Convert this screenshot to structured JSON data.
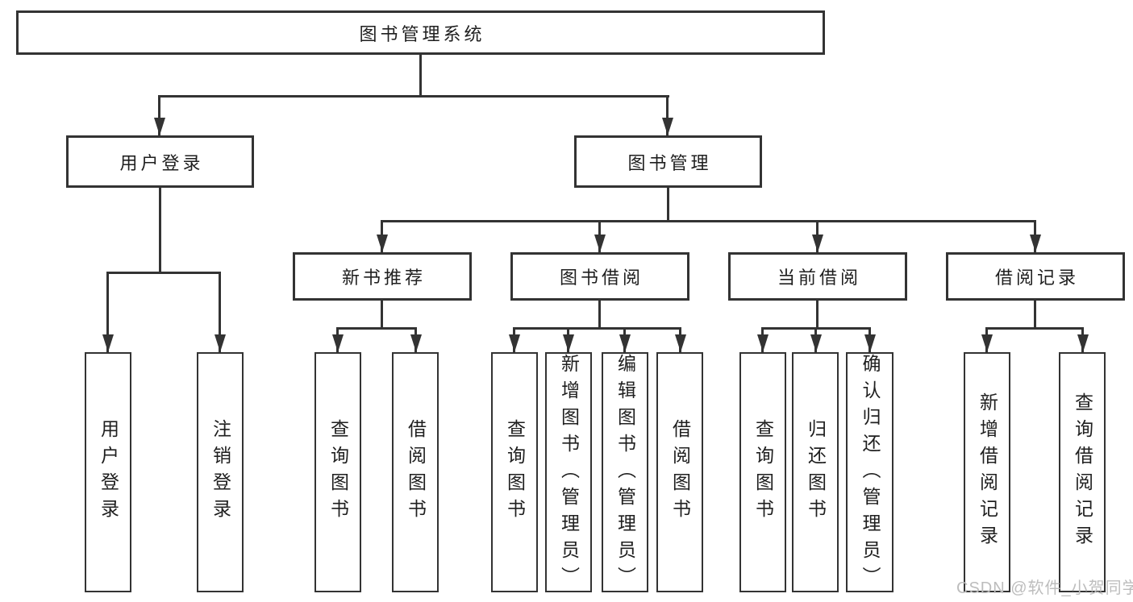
{
  "diagram_type": "hierarchy-tree",
  "nodes": {
    "root": "图书管理系统",
    "user_login": "用户登录",
    "book_management": "图书管理",
    "new_book_recommend": "新书推荐",
    "book_borrowing": "图书借阅",
    "current_borrowing": "当前借阅",
    "borrowing_records": "借阅记录",
    "leaf_user_login": "用户登录",
    "leaf_logout": "注销登录",
    "leaf_query_book_a": "查询图书",
    "leaf_borrow_book_a": "借阅图书",
    "leaf_query_book_b": "查询图书",
    "leaf_add_book_admin": "新增图书（管理员）",
    "leaf_edit_book_admin": "编辑图书（管理员）",
    "leaf_borrow_book_b": "借阅图书",
    "leaf_query_book_c": "查询图书",
    "leaf_return_book": "归还图书",
    "leaf_confirm_return_admin": "确认归还（管理员）",
    "leaf_add_borrow_record": "新增借阅记录",
    "leaf_query_borrow_record": "查询借阅记录"
  },
  "hierarchy": [
    {
      "parent": "图书管理系统",
      "children": [
        "用户登录",
        "图书管理"
      ]
    },
    {
      "parent": "用户登录",
      "children": [
        "用户登录",
        "注销登录"
      ]
    },
    {
      "parent": "图书管理",
      "children": [
        "新书推荐",
        "图书借阅",
        "当前借阅",
        "借阅记录"
      ]
    },
    {
      "parent": "新书推荐",
      "children": [
        "查询图书",
        "借阅图书"
      ]
    },
    {
      "parent": "图书借阅",
      "children": [
        "查询图书",
        "新增图书（管理员）",
        "编辑图书（管理员）",
        "借阅图书"
      ]
    },
    {
      "parent": "当前借阅",
      "children": [
        "查询图书",
        "归还图书",
        "确认归还（管理员）"
      ]
    },
    {
      "parent": "借阅记录",
      "children": [
        "新增借阅记录",
        "查询借阅记录"
      ]
    }
  ],
  "watermark": {
    "text": "CSDN @软件_小贺同学",
    "color": "#bdbdbd"
  },
  "colors": {
    "line": "#333333",
    "node_border": "#333333",
    "text": "#1f1f1f",
    "background": "#ffffff"
  }
}
